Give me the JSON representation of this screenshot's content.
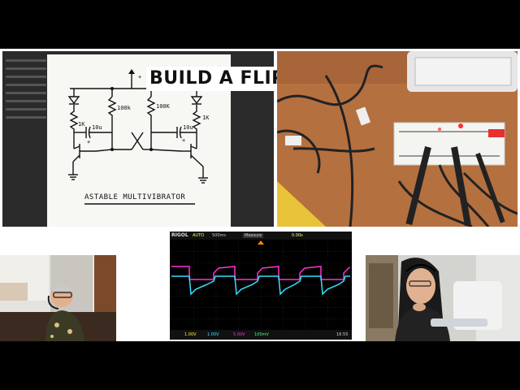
{
  "stream": {
    "title": "BUILD A FLIP-FLOP"
  },
  "schematic": {
    "caption": "ASTABLE MULTIVIBRATOR",
    "labels": {
      "r1": "1K",
      "r2": "100k",
      "r3": "100K",
      "r4": "1K",
      "c1": "10u",
      "c2": "10u",
      "plus1": "+",
      "plus2": "+",
      "vplus": "+"
    }
  },
  "scope": {
    "brand": "RIGOL",
    "mode": "AUTO",
    "timebase": "500ms",
    "measure": "Measure",
    "offset": "0.00s",
    "ch1": "1.00V",
    "ch2": "1.00V",
    "ch3": "5.00V",
    "ch4": "100mV",
    "clock": "16:55",
    "colors": {
      "magenta": "#ff33d4",
      "cyan": "#33e0ff"
    }
  }
}
